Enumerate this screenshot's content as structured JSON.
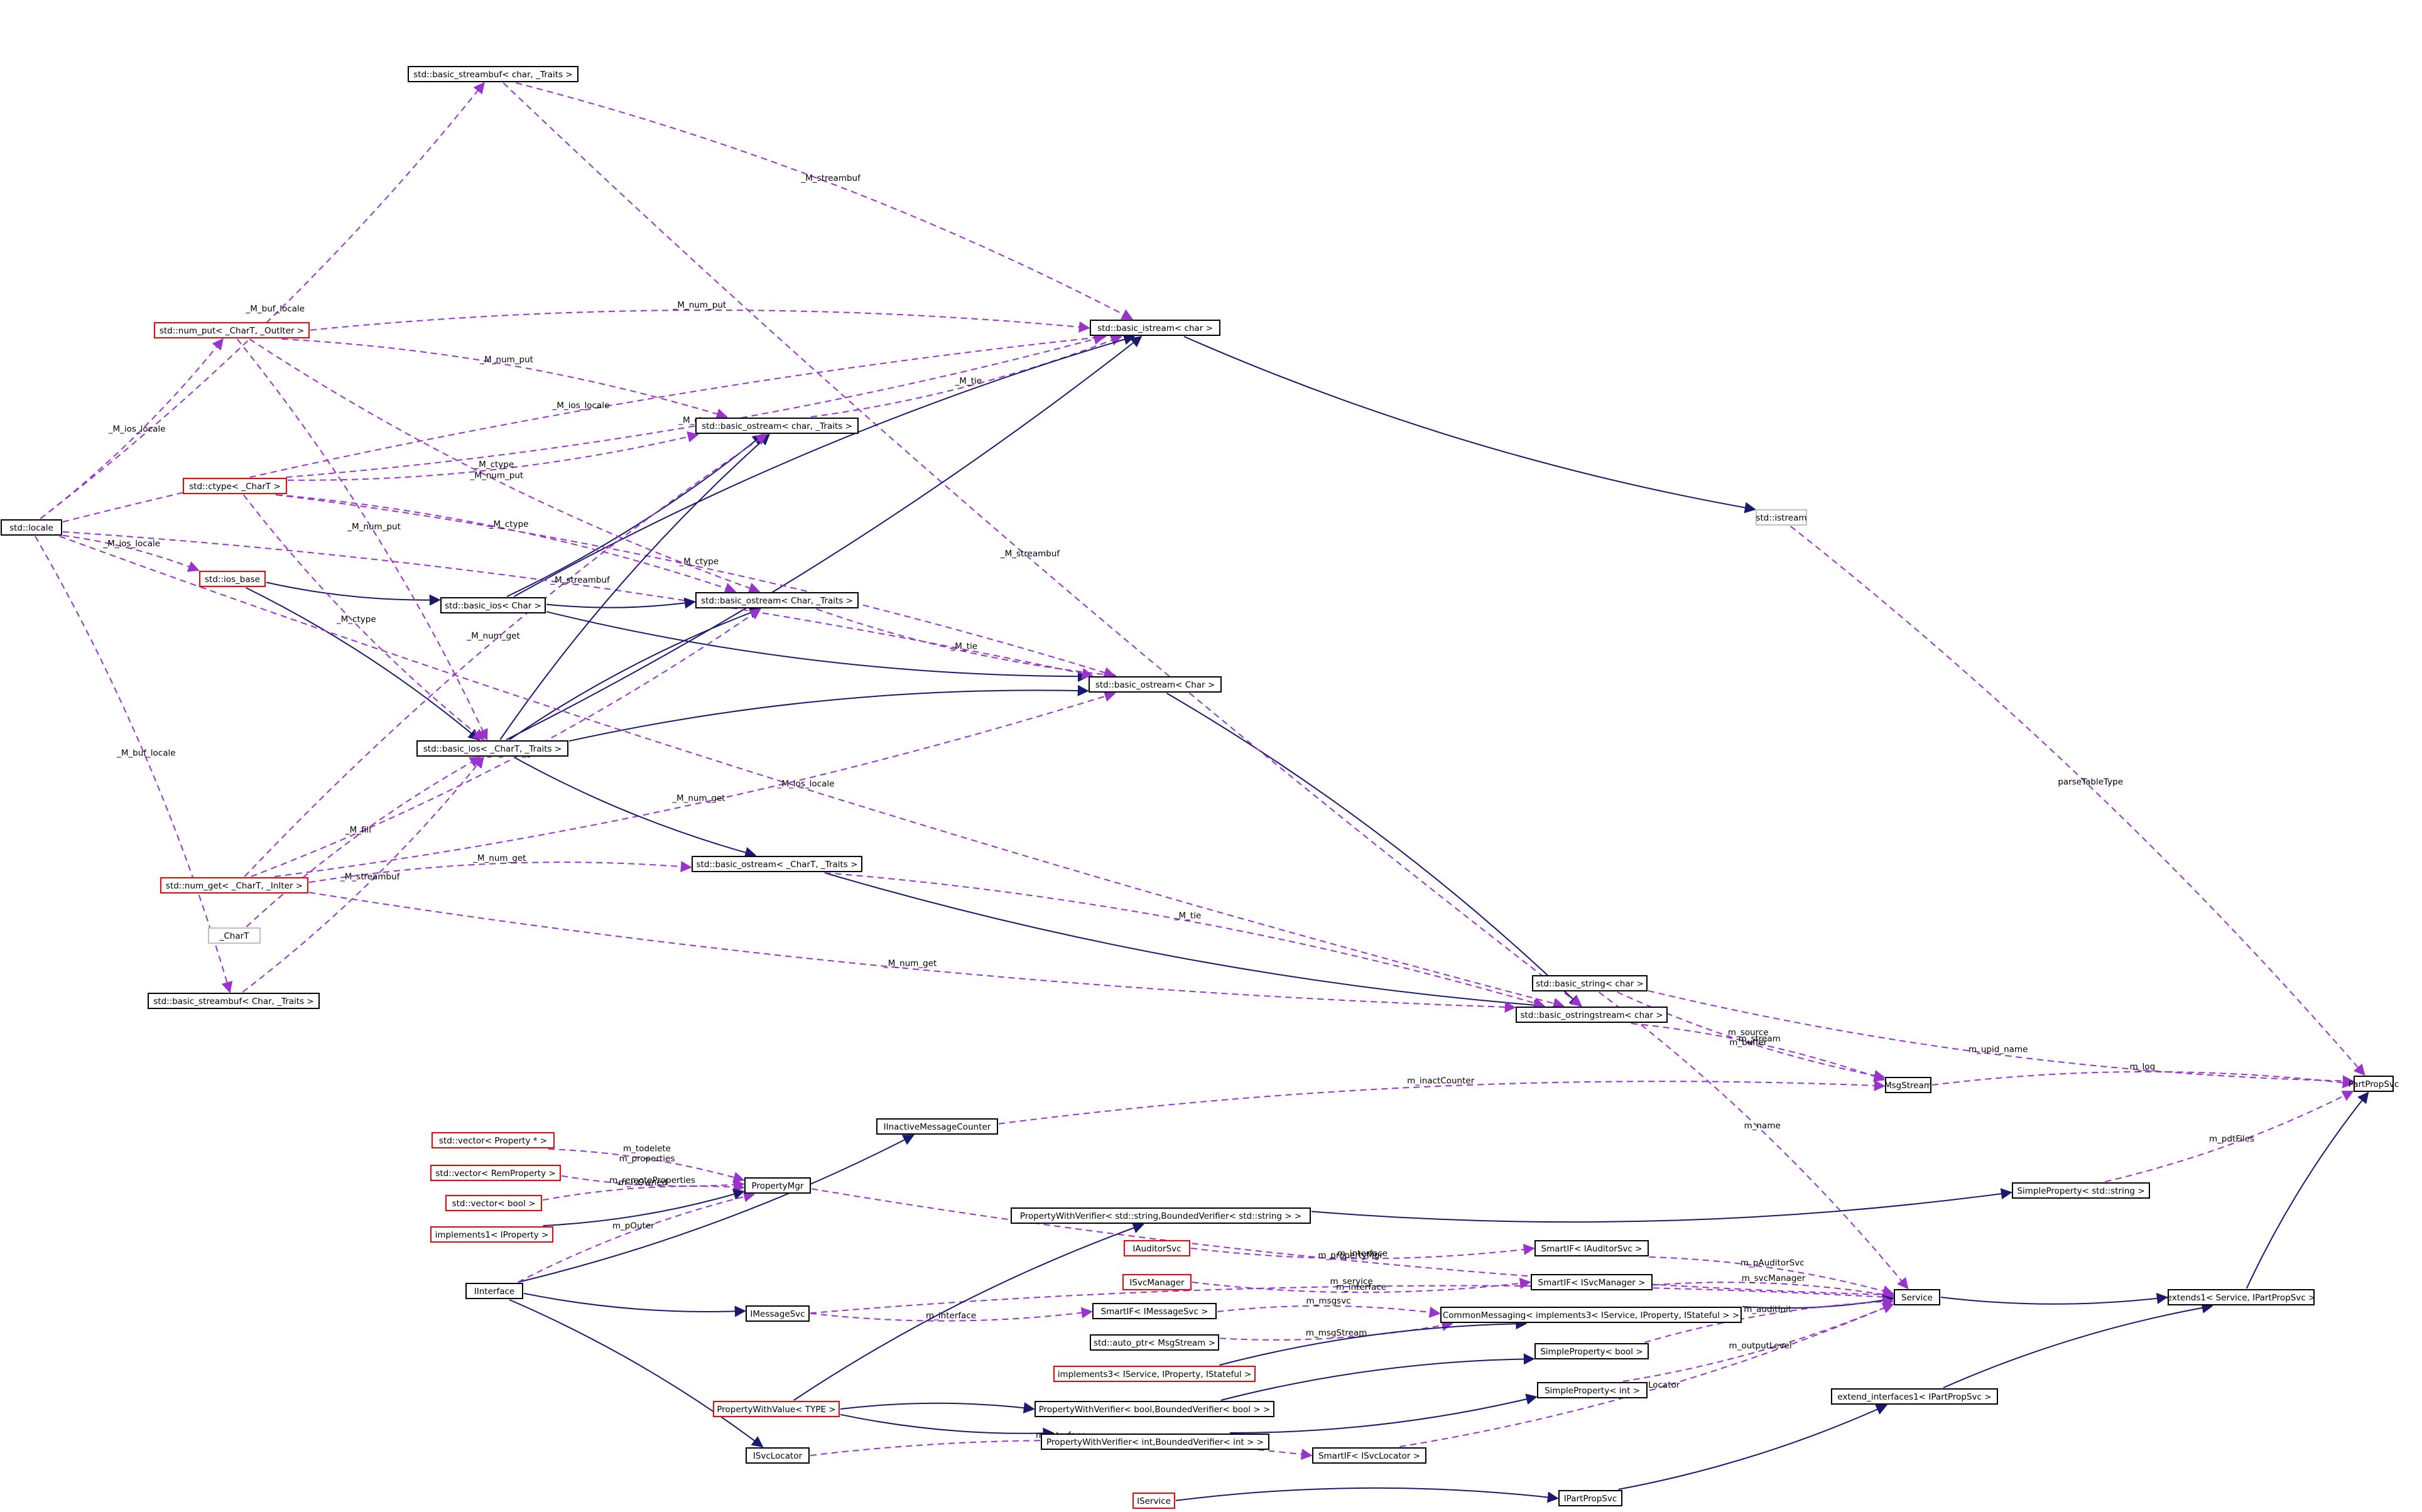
{
  "diagram": {
    "colors": {
      "inheritance_edge": "#191970",
      "usage_edge": "#9a32cd",
      "node_border_documented": "#000000",
      "node_border_undocumented": "#ff0000",
      "node_border_external": "#bfbfbf",
      "highlight_fill": "#bfbfbf"
    },
    "nodes": [
      {
        "id": "PartPropSvc",
        "label": "PartPropSvc",
        "style": "highlight"
      },
      {
        "id": "MsgStream",
        "label": "MsgStream",
        "style": "normal"
      },
      {
        "id": "SimplePropertyString",
        "label": "SimpleProperty< std::string >",
        "style": "normal"
      },
      {
        "id": "extends1",
        "label": "extends1< Service, IPartPropSvc >",
        "style": "normal"
      },
      {
        "id": "extend_interfaces1",
        "label": "extend_interfaces1< IPartPropSvc >",
        "style": "normal"
      },
      {
        "id": "IPartPropSvc",
        "label": "IPartPropSvc",
        "style": "normal"
      },
      {
        "id": "IService",
        "label": "IService",
        "style": "red"
      },
      {
        "id": "Service",
        "label": "Service",
        "style": "normal"
      },
      {
        "id": "std_istream",
        "label": "std::istream",
        "style": "grey"
      },
      {
        "id": "basic_string_char",
        "label": "std::basic_string< char >",
        "style": "normal"
      },
      {
        "id": "basic_ostringstream",
        "label": "std::basic_ostringstream< char >",
        "style": "normal"
      },
      {
        "id": "basic_istream",
        "label": "std::basic_istream< char >",
        "style": "normal"
      },
      {
        "id": "basic_ostream_Char",
        "label": "std::basic_ostream< Char >",
        "style": "normal"
      },
      {
        "id": "basic_streambuf_char",
        "label": "std::basic_streambuf< char, _Traits >",
        "style": "normal"
      },
      {
        "id": "num_put",
        "label": "std::num_put< _CharT, _OutIter >",
        "style": "red"
      },
      {
        "id": "basic_ostream_char_traits",
        "label": "std::basic_ostream< char, _Traits >",
        "style": "normal"
      },
      {
        "id": "ctype",
        "label": "std::ctype< _CharT >",
        "style": "red"
      },
      {
        "id": "std_locale",
        "label": "std::locale",
        "style": "normal"
      },
      {
        "id": "ios_base",
        "label": "std::ios_base",
        "style": "red"
      },
      {
        "id": "basic_ios_Char",
        "label": "std::basic_ios< Char >",
        "style": "normal"
      },
      {
        "id": "basic_ostream_Char_traits",
        "label": "std::basic_ostream< Char, _Traits >",
        "style": "normal"
      },
      {
        "id": "basic_ios_CharT",
        "label": "std::basic_ios< _CharT, _Traits >",
        "style": "normal"
      },
      {
        "id": "basic_ostream_CharT",
        "label": "std::basic_ostream< _CharT, _Traits >",
        "style": "normal"
      },
      {
        "id": "num_get",
        "label": "std::num_get< _CharT, _InIter >",
        "style": "red"
      },
      {
        "id": "CharT",
        "label": "_CharT",
        "style": "grey"
      },
      {
        "id": "basic_streambuf_Char",
        "label": "std::basic_streambuf< Char, _Traits >",
        "style": "normal"
      },
      {
        "id": "IInactiveMessageCounter",
        "label": "IInactiveMessageCounter",
        "style": "normal"
      },
      {
        "id": "vector_Property",
        "label": "std::vector< Property * >",
        "style": "red"
      },
      {
        "id": "vector_RemProperty",
        "label": "std::vector< RemProperty >",
        "style": "red"
      },
      {
        "id": "vector_bool",
        "label": "std::vector< bool >",
        "style": "red"
      },
      {
        "id": "implements1",
        "label": "implements1< IProperty >",
        "style": "red"
      },
      {
        "id": "PropertyMgr",
        "label": "PropertyMgr",
        "style": "normal"
      },
      {
        "id": "IInterface",
        "label": "IInterface",
        "style": "normal"
      },
      {
        "id": "PWV_string",
        "label": "PropertyWithVerifier< std::string,BoundedVerifier< std::string > >",
        "style": "normal"
      },
      {
        "id": "IAuditorSvc",
        "label": "IAuditorSvc",
        "style": "red"
      },
      {
        "id": "SmartIF_IAuditorSvc",
        "label": "SmartIF< IAuditorSvc >",
        "style": "normal"
      },
      {
        "id": "ISvcManager",
        "label": "ISvcManager",
        "style": "red"
      },
      {
        "id": "SmartIF_ISvcManager",
        "label": "SmartIF< ISvcManager >",
        "style": "normal"
      },
      {
        "id": "IMessageSvc",
        "label": "IMessageSvc",
        "style": "normal"
      },
      {
        "id": "SmartIF_IMessageSvc",
        "label": "SmartIF< IMessageSvc >",
        "style": "normal"
      },
      {
        "id": "CommonMessaging",
        "label": "CommonMessaging< implements3< IService, IProperty, IStateful > >",
        "style": "normal"
      },
      {
        "id": "auto_ptr_MsgStream",
        "label": "std::auto_ptr< MsgStream >",
        "style": "normal"
      },
      {
        "id": "implements3",
        "label": "implements3< IService, IProperty, IStateful >",
        "style": "red"
      },
      {
        "id": "SimplePropertyBool",
        "label": "SimpleProperty< bool >",
        "style": "normal"
      },
      {
        "id": "SimplePropertyInt",
        "label": "SimpleProperty< int >",
        "style": "normal"
      },
      {
        "id": "PropertyWithValue",
        "label": "PropertyWithValue< TYPE >",
        "style": "red"
      },
      {
        "id": "PWV_bool",
        "label": "PropertyWithVerifier< bool,BoundedVerifier< bool > >",
        "style": "normal"
      },
      {
        "id": "PWV_int",
        "label": "PropertyWithVerifier< int,BoundedVerifier< int > >",
        "style": "normal"
      },
      {
        "id": "ISvcLocator",
        "label": "ISvcLocator",
        "style": "normal"
      },
      {
        "id": "SmartIF_ISvcLocator",
        "label": "SmartIF< ISvcLocator >",
        "style": "normal"
      }
    ],
    "edges": [
      {
        "from": "std_istream",
        "to": "PartPropSvc",
        "kind": "usage",
        "label": "parseTableType"
      },
      {
        "from": "basic_string_char",
        "to": "PartPropSvc",
        "kind": "usage",
        "label": "m_upid_name"
      },
      {
        "from": "MsgStream",
        "to": "PartPropSvc",
        "kind": "usage",
        "label": "m_log"
      },
      {
        "from": "SimplePropertyString",
        "to": "PartPropSvc",
        "kind": "usage",
        "label": "m_pdtFiles"
      },
      {
        "from": "extends1",
        "to": "PartPropSvc",
        "kind": "inheritance",
        "label": ""
      },
      {
        "from": "Service",
        "to": "extends1",
        "kind": "inheritance",
        "label": ""
      },
      {
        "from": "extend_interfaces1",
        "to": "extends1",
        "kind": "inheritance",
        "label": ""
      },
      {
        "from": "IPartPropSvc",
        "to": "extend_interfaces1",
        "kind": "inheritance",
        "label": ""
      },
      {
        "from": "IService",
        "to": "IPartPropSvc",
        "kind": "inheritance",
        "label": ""
      },
      {
        "from": "basic_istream",
        "to": "std_istream",
        "kind": "inheritance",
        "label": ""
      },
      {
        "from": "basic_ostringstream",
        "to": "MsgStream",
        "kind": "usage",
        "label": "m_stream"
      },
      {
        "from": "basic_string_char",
        "to": "MsgStream",
        "kind": "usage",
        "label": "m_source\nm_buffer"
      },
      {
        "from": "basic_string_char",
        "to": "Service",
        "kind": "usage",
        "label": "m_name"
      },
      {
        "from": "basic_ostream_CharT",
        "to": "basic_ostringstream",
        "kind": "inheritance",
        "label": ""
      },
      {
        "from": "basic_ostream_Char",
        "to": "basic_ostringstream",
        "kind": "inheritance",
        "label": ""
      },
      {
        "from": "basic_streambuf_char",
        "to": "basic_ostringstream",
        "kind": "usage",
        "label": "_M_streambuf"
      },
      {
        "from": "basic_streambuf_char",
        "to": "basic_istream",
        "kind": "usage",
        "label": "_M_streambuf"
      },
      {
        "from": "basic_ostream_char_traits",
        "to": "basic_istream",
        "kind": "usage",
        "label": "_M_tie"
      },
      {
        "from": "basic_ios_Char",
        "to": "basic_istream",
        "kind": "inheritance",
        "label": ""
      },
      {
        "from": "basic_ios_CharT",
        "to": "basic_istream",
        "kind": "inheritance",
        "label": ""
      },
      {
        "from": "num_put",
        "to": "basic_istream",
        "kind": "usage",
        "label": "_M_num_put"
      },
      {
        "from": "ctype",
        "to": "basic_istream",
        "kind": "usage",
        "label": "_M_ctype"
      },
      {
        "from": "std_locale",
        "to": "basic_istream",
        "kind": "usage",
        "label": "_M_ios_locale"
      },
      {
        "from": "basic_ios_Char",
        "to": "basic_ostream_Char",
        "kind": "inheritance",
        "label": ""
      },
      {
        "from": "basic_ios_CharT",
        "to": "basic_ostream_Char",
        "kind": "inheritance",
        "label": ""
      },
      {
        "from": "basic_ostream_Char_traits",
        "to": "basic_ostream_Char",
        "kind": "usage",
        "label": "_M_tie"
      },
      {
        "from": "ctype",
        "to": "basic_ostream_Char",
        "kind": "usage",
        "label": "_M_ctype"
      },
      {
        "from": "num_get",
        "to": "basic_ostream_Char",
        "kind": "usage",
        "label": "_M_num_get"
      },
      {
        "from": "std_locale",
        "to": "basic_ostream_Char",
        "kind": "usage",
        "label": "_M_streambuf"
      },
      {
        "from": "ios_base",
        "to": "basic_ios_Char",
        "kind": "inheritance",
        "label": ""
      },
      {
        "from": "ios_base",
        "to": "basic_ios_CharT",
        "kind": "inheritance",
        "label": ""
      },
      {
        "from": "basic_ios_Char",
        "to": "basic_ostream_char_traits",
        "kind": "inheritance",
        "label": ""
      },
      {
        "from": "basic_ios_CharT",
        "to": "basic_ostream_char_traits",
        "kind": "inheritance",
        "label": ""
      },
      {
        "from": "basic_ios_Char",
        "to": "basic_ostream_Char_traits",
        "kind": "inheritance",
        "label": ""
      },
      {
        "from": "basic_ios_CharT",
        "to": "basic_ostream_Char_traits",
        "kind": "inheritance",
        "label": ""
      },
      {
        "from": "basic_ios_CharT",
        "to": "basic_ostream_CharT",
        "kind": "inheritance",
        "label": ""
      },
      {
        "from": "std_locale",
        "to": "ios_base",
        "kind": "usage",
        "label": "_M_ios_locale"
      },
      {
        "from": "std_locale",
        "to": "basic_streambuf_char",
        "kind": "usage",
        "label": "_M_buf_locale"
      },
      {
        "from": "std_locale",
        "to": "basic_streambuf_Char",
        "kind": "usage",
        "label": "_M_buf_locale"
      },
      {
        "from": "std_locale",
        "to": "num_put",
        "kind": "usage",
        "label": "_M_ios_locale"
      },
      {
        "from": "num_put",
        "to": "basic_ostream_char_traits",
        "kind": "usage",
        "label": "_M_num_put"
      },
      {
        "from": "num_put",
        "to": "basic_ostream_Char_traits",
        "kind": "usage",
        "label": "_M_num_put"
      },
      {
        "from": "num_put",
        "to": "basic_ios_CharT",
        "kind": "usage",
        "label": "_M_num_put"
      },
      {
        "from": "ctype",
        "to": "basic_ostream_char_traits",
        "kind": "usage",
        "label": "_M_ctype"
      },
      {
        "from": "ctype",
        "to": "basic_ostream_Char_traits",
        "kind": "usage",
        "label": "_M_ctype"
      },
      {
        "from": "ctype",
        "to": "basic_ios_CharT",
        "kind": "usage",
        "label": "_M_ctype"
      },
      {
        "from": "num_get",
        "to": "basic_ostream_char_traits",
        "kind": "usage",
        "label": "_M_num_get"
      },
      {
        "from": "num_get",
        "to": "basic_ostream_Char_traits",
        "kind": "usage",
        "label": "_M_num_get"
      },
      {
        "from": "num_get",
        "to": "basic_ostream_CharT",
        "kind": "usage",
        "label": "_M_num_get"
      },
      {
        "from": "num_get",
        "to": "basic_ostringstream",
        "kind": "usage",
        "label": "_M_num_get"
      },
      {
        "from": "CharT",
        "to": "basic_ios_CharT",
        "kind": "usage",
        "label": "_M_fill"
      },
      {
        "from": "basic_streambuf_Char",
        "to": "basic_ios_CharT",
        "kind": "usage",
        "label": "_M_streambuf"
      },
      {
        "from": "basic_ostream_CharT",
        "to": "basic_ostringstream",
        "kind": "usage",
        "label": "_M_tie"
      },
      {
        "from": "std_locale",
        "to": "basic_ostringstream",
        "kind": "usage",
        "label": "_M_ios_locale"
      },
      {
        "from": "IInactiveMessageCounter",
        "to": "MsgStream",
        "kind": "usage",
        "label": "m_inactCounter"
      },
      {
        "from": "IInterface",
        "to": "IInactiveMessageCounter",
        "kind": "inheritance",
        "label": ""
      },
      {
        "from": "vector_Property",
        "to": "PropertyMgr",
        "kind": "usage",
        "label": "m_todelete\nm_properties"
      },
      {
        "from": "vector_RemProperty",
        "to": "PropertyMgr",
        "kind": "usage",
        "label": "m_remoteProperties"
      },
      {
        "from": "vector_bool",
        "to": "PropertyMgr",
        "kind": "usage",
        "label": "m_isOwned"
      },
      {
        "from": "implements1",
        "to": "PropertyMgr",
        "kind": "inheritance",
        "label": ""
      },
      {
        "from": "IInterface",
        "to": "PropertyMgr",
        "kind": "usage",
        "label": "m_pOuter"
      },
      {
        "from": "PropertyMgr",
        "to": "Service",
        "kind": "usage",
        "label": "m_propertyMgr"
      },
      {
        "from": "IMessageSvc",
        "to": "Service",
        "kind": "usage",
        "label": "m_service"
      },
      {
        "from": "IInterface",
        "to": "IMessageSvc",
        "kind": "inheritance",
        "label": ""
      },
      {
        "from": "IInterface",
        "to": "ISvcLocator",
        "kind": "inheritance",
        "label": ""
      },
      {
        "from": "PWV_string",
        "to": "SimplePropertyString",
        "kind": "inheritance",
        "label": ""
      },
      {
        "from": "PropertyWithValue",
        "to": "PWV_string",
        "kind": "inheritance",
        "label": ""
      },
      {
        "from": "IAuditorSvc",
        "to": "SmartIF_IAuditorSvc",
        "kind": "usage",
        "label": "m_interface"
      },
      {
        "from": "SmartIF_IAuditorSvc",
        "to": "Service",
        "kind": "usage",
        "label": "m_pAuditorSvc"
      },
      {
        "from": "ISvcManager",
        "to": "SmartIF_ISvcManager",
        "kind": "usage",
        "label": "m_interface"
      },
      {
        "from": "SmartIF_ISvcManager",
        "to": "Service",
        "kind": "usage",
        "label": "m_svcManager"
      },
      {
        "from": "IMessageSvc",
        "to": "SmartIF_IMessageSvc",
        "kind": "usage",
        "label": "m_interface"
      },
      {
        "from": "SmartIF_IMessageSvc",
        "to": "CommonMessaging",
        "kind": "usage",
        "label": "m_msgsvc"
      },
      {
        "from": "auto_ptr_MsgStream",
        "to": "CommonMessaging",
        "kind": "usage",
        "label": "m_msgStream"
      },
      {
        "from": "implements3",
        "to": "CommonMessaging",
        "kind": "inheritance",
        "label": ""
      },
      {
        "from": "CommonMessaging",
        "to": "Service",
        "kind": "inheritance",
        "label": ""
      },
      {
        "from": "SimplePropertyBool",
        "to": "Service",
        "kind": "usage",
        "label": "m_auditInit"
      },
      {
        "from": "SimplePropertyInt",
        "to": "Service",
        "kind": "usage",
        "label": "m_outputLevel"
      },
      {
        "from": "PWV_bool",
        "to": "SimplePropertyBool",
        "kind": "inheritance",
        "label": ""
      },
      {
        "from": "PWV_int",
        "to": "SimplePropertyInt",
        "kind": "inheritance",
        "label": ""
      },
      {
        "from": "PropertyWithValue",
        "to": "PWV_bool",
        "kind": "inheritance",
        "label": ""
      },
      {
        "from": "PropertyWithValue",
        "to": "PWV_int",
        "kind": "inheritance",
        "label": ""
      },
      {
        "from": "ISvcLocator",
        "to": "SmartIF_ISvcLocator",
        "kind": "usage",
        "label": "m_interface"
      },
      {
        "from": "SmartIF_ISvcLocator",
        "to": "Service",
        "kind": "usage",
        "label": "m_svcLocator"
      }
    ]
  }
}
